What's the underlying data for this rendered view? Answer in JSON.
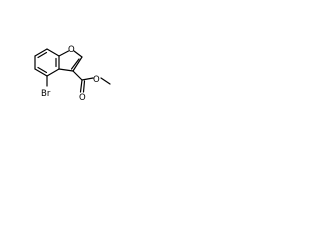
{
  "structure": {
    "atoms": {
      "ring_oxygen": "O",
      "bromine": "Br",
      "carbonyl_oxygen": "O",
      "ester_oxygen": "O"
    }
  }
}
